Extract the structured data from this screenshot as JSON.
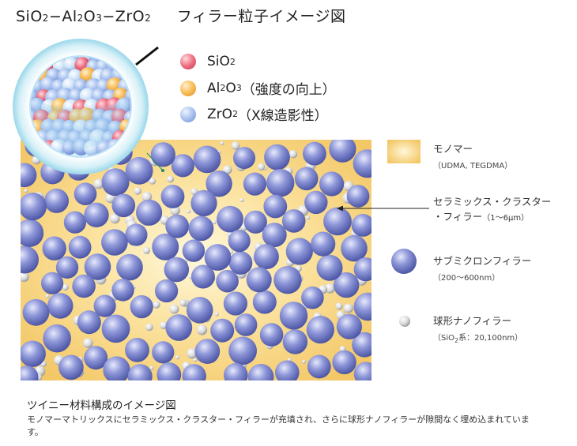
{
  "title": {
    "formula_parts": [
      "SiO",
      "2",
      "−Al",
      "2",
      "O",
      "3",
      "−ZrO",
      "2"
    ],
    "japanese": "フィラー粒子イメージ図"
  },
  "particle_legend": [
    {
      "formula": [
        "SiO",
        "2"
      ],
      "note": "",
      "color": "#e8566a"
    },
    {
      "formula": [
        "Al",
        "2",
        "O",
        "3"
      ],
      "note": "（強度の向上）",
      "color": "#f4b24c"
    },
    {
      "formula": [
        "ZrO",
        "2"
      ],
      "note": "（X線造影性）",
      "color": "#a9b7ee"
    }
  ],
  "material_legend": {
    "monomer": {
      "label": "モノマー",
      "detail": "（UDMA, TEGDMA）"
    },
    "cluster": {
      "label": "セラミックス・クラスター",
      "label2": "・フィラー",
      "detail": "（1〜6μm）"
    },
    "submicron": {
      "label": "サブミクロンフィラー",
      "detail": "（200〜600nm）"
    },
    "nano": {
      "label": "球形ナノフィラー",
      "detail_pre": "（SiO",
      "detail_sub": "2",
      "detail_post": "系：20,100nm）"
    }
  },
  "caption": "ツイニー材料構成のイメージ図",
  "description": "モノマーマトリックスにセラミックス・クラスター・フィラーが充填され、さらに球形ナノフィラーが隙間なく埋め込まれています。",
  "colors": {
    "monomer_fill": "#f7cf72",
    "monomer_center": "#fff6d6",
    "submicron": "#6f79c4",
    "sio2": "#e8566a",
    "al2o3": "#f4b24c",
    "zro2": "#a9b7ee",
    "nano": "#e4e4e4",
    "magnifier": "#b9e4f2"
  }
}
